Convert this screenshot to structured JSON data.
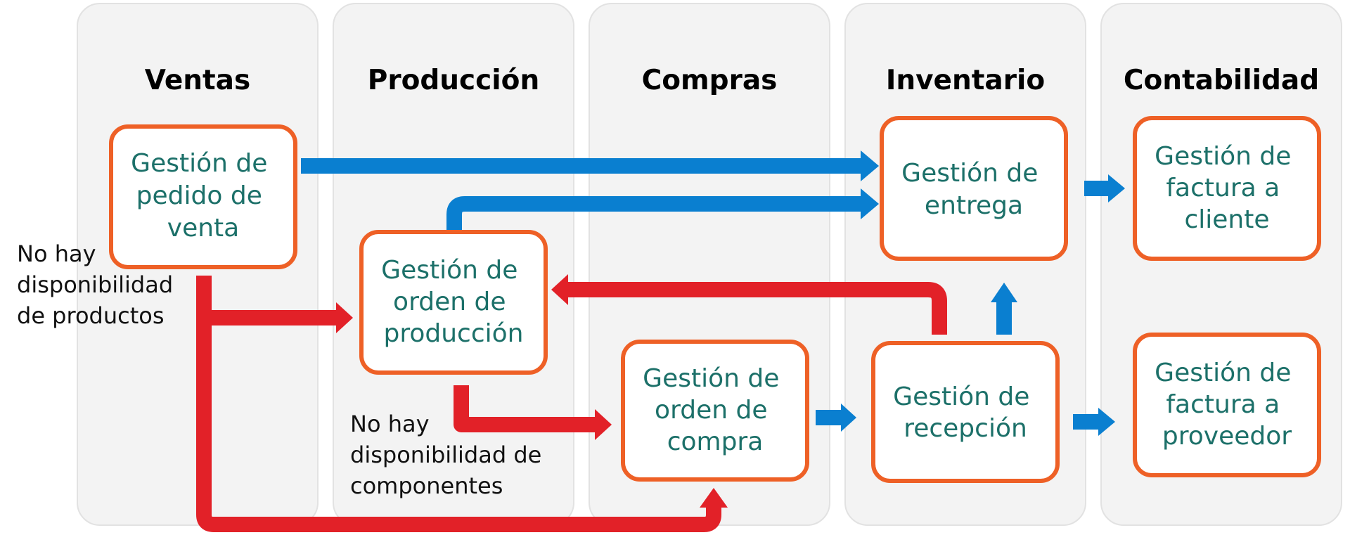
{
  "lanes": [
    {
      "title": "Ventas"
    },
    {
      "title": "Producción"
    },
    {
      "title": "Compras"
    },
    {
      "title": "Inventario"
    },
    {
      "title": "Contabilidad"
    }
  ],
  "boxes": {
    "sales_order": [
      "Gestión de",
      "pedido de",
      "venta"
    ],
    "production_order": [
      "Gestión de",
      "orden de",
      "producción"
    ],
    "purchase_order": [
      "Gestión de",
      "orden de",
      "compra"
    ],
    "delivery": [
      "Gestión de",
      "entrega"
    ],
    "receipt": [
      "Gestión de",
      "recepción"
    ],
    "customer_invoice": [
      "Gestión de",
      "factura a",
      "cliente"
    ],
    "vendor_invoice": [
      "Gestión de",
      "factura a",
      "proveedor"
    ]
  },
  "notes": {
    "no_products": [
      "No hay",
      "disponibilidad",
      "de productos"
    ],
    "no_components": [
      "No hay",
      "disponibilidad de",
      "componentes"
    ]
  },
  "colors": {
    "lane_bg": "#f3f3f3",
    "box_border": "#ee6026",
    "box_text": "#1c7069",
    "arrow_blue": "#0a7fd0",
    "arrow_red": "#e22128"
  }
}
